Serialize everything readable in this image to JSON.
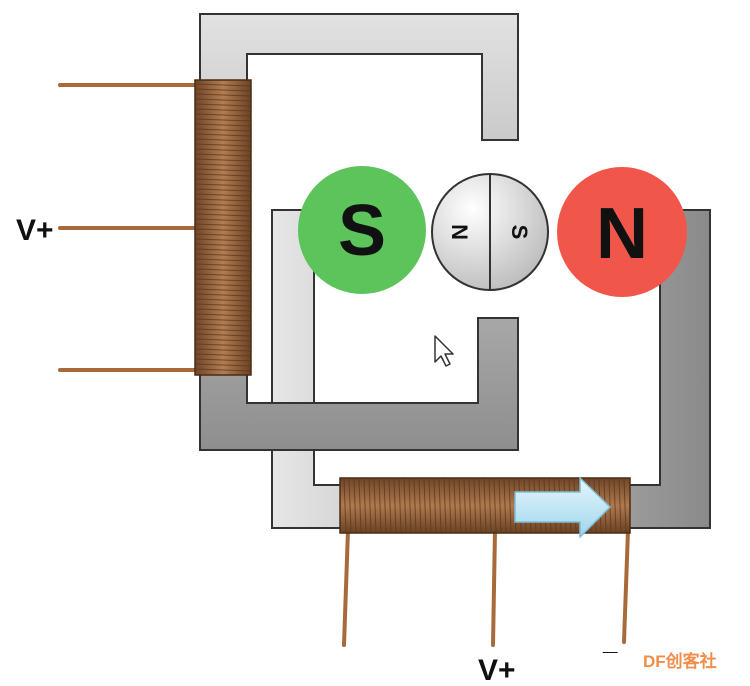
{
  "diagram": {
    "left_coil_label": "V+",
    "bottom_coil_label": "V+",
    "bottom_right_terminal_mark": "_",
    "stator_pole_left": "S",
    "stator_pole_right": "N",
    "rotor_left": "N",
    "rotor_right": "S"
  },
  "watermark": {
    "text": "DF创客社区",
    "visible_text": "DF创客社"
  },
  "colors": {
    "pole_s": "#5cc45a",
    "pole_n": "#f0574a",
    "coil": "#9a6a44",
    "core_dark": "#8e8e8e",
    "core_light": "#cfcfcf",
    "arrow": "#bfe6f5"
  }
}
